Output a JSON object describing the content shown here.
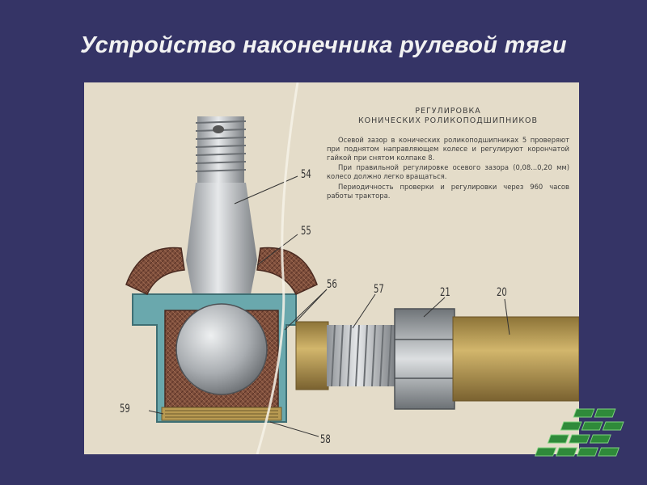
{
  "slide": {
    "title": "Устройство наконечника рулевой тяги"
  },
  "poster": {
    "heading_line1": "РЕГУЛИРОВКА",
    "heading_line2": "КОНИЧЕСКИХ РОЛИКОПОДШИПНИКОВ",
    "paragraphs": [
      "Осевой зазор в конических роликоподшипниках 5 проверяют при поднятом направляющем колесе и регулируют корончатой гайкой при снятом колпаке 8.",
      "При правильной регулировке осевого зазора (0,08...0,20 мм) колесо должно легко вращаться.",
      "Периодичность проверки и регулировки через 960 часов работы трактора."
    ],
    "callouts": [
      "54",
      "55",
      "56",
      "57",
      "21",
      "20",
      "59",
      "58"
    ]
  },
  "colors": {
    "background": "#353466",
    "poster_paper": "#e9e1cf",
    "housing_teal": "#6aa8ad",
    "liner_brown": "#8a5a45",
    "steel": "#b9bec2",
    "brass": "#b89a52"
  },
  "icons": [
    "green-lattice-decoration-icon"
  ]
}
